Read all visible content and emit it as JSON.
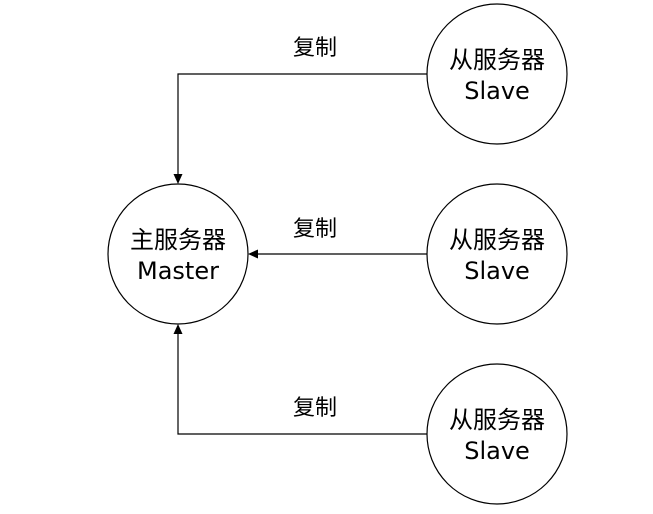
{
  "diagram": {
    "master": {
      "line1": "主服务器",
      "line2": "Master"
    },
    "slaves": [
      {
        "line1": "从服务器",
        "line2": "Slave"
      },
      {
        "line1": "从服务器",
        "line2": "Slave"
      },
      {
        "line1": "从服务器",
        "line2": "Slave"
      }
    ],
    "edges": [
      {
        "label": "复制",
        "from": "slave-1",
        "to": "master"
      },
      {
        "label": "复制",
        "from": "slave-2",
        "to": "master"
      },
      {
        "label": "复制",
        "from": "slave-3",
        "to": "master"
      }
    ]
  }
}
